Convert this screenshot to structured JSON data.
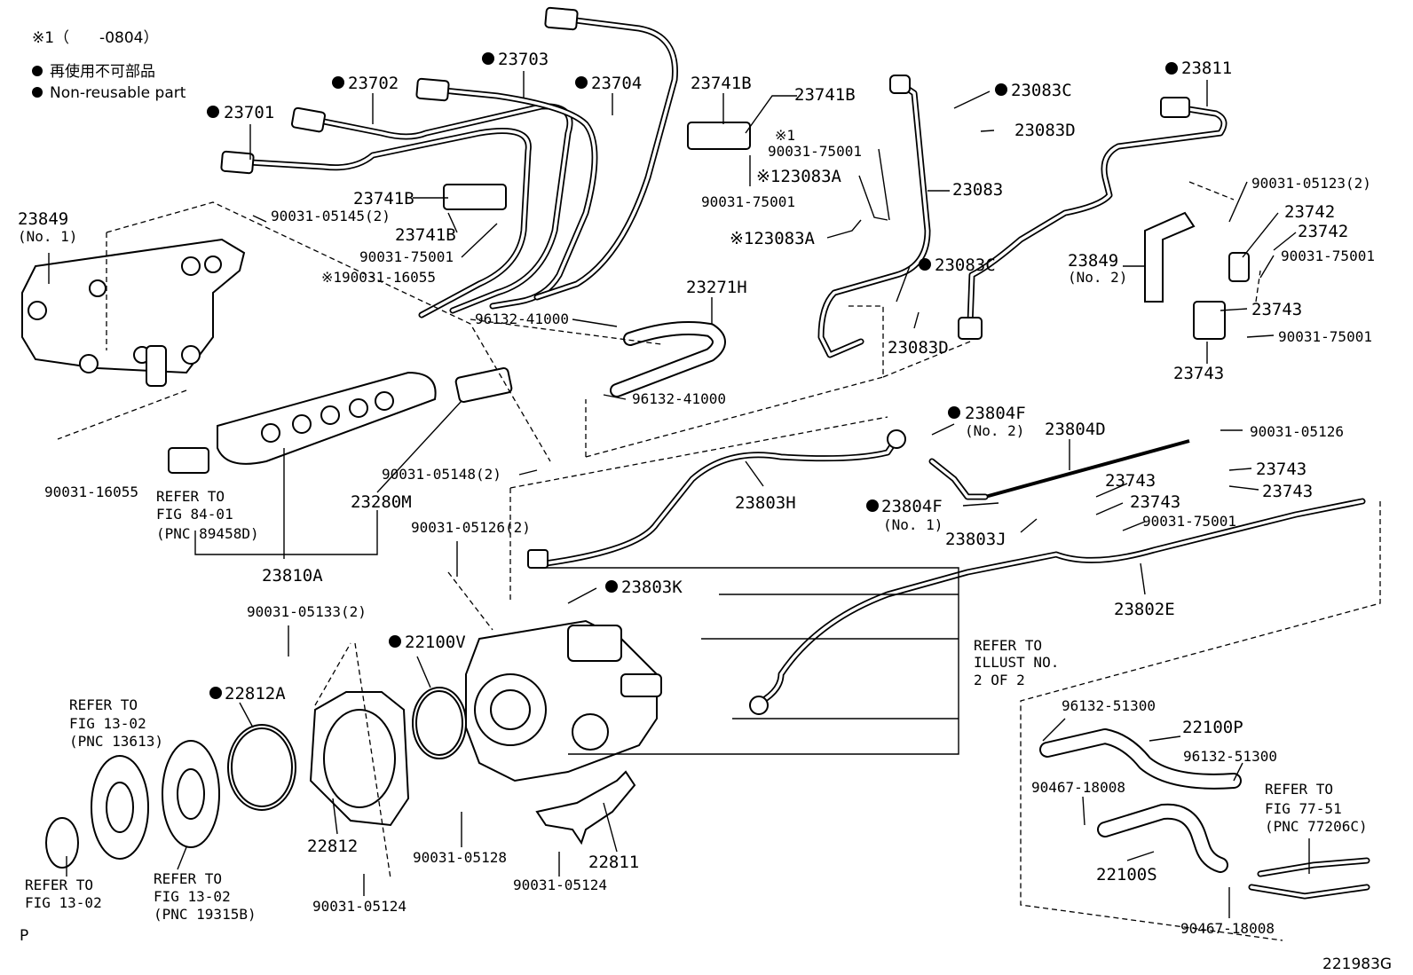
{
  "header": {
    "note_symbol": "※1（　　-0804）",
    "legend_jp": "再使用不可部品",
    "legend_en": "Non-reusable part"
  },
  "footer": {
    "page_mark": "P",
    "figure_code": "221983G"
  },
  "labels": {
    "p23701": "23701",
    "p23702": "23702",
    "p23703": "23703",
    "p23704": "23704",
    "p23741B_a": "23741B",
    "p23741B_b": "23741B",
    "p23741B_c": "23741B",
    "p23741B_d": "23741B",
    "p23849_1": "23849",
    "p23849_1_sub": "(No. 1)",
    "p90031_05145": "90031-05145(2)",
    "p90031_75001_a": "90031-75001",
    "p90031_16055_a": "※190031-16055",
    "p96132_41000_a": "96132-41000",
    "p23271H": "23271H",
    "p96132_41000_b": "96132-41000",
    "p90031_16055_b": "90031-16055",
    "refer_84_1": "REFER TO",
    "refer_84_2": "FIG 84-01",
    "refer_84_3": "(PNC 89458D)",
    "p23280M": "23280M",
    "p90031_05148": "90031-05148(2)",
    "p23810A": "23810A",
    "note1_a": "※1",
    "p90031_75001_b": "90031-75001",
    "p23083A_a": "※123083A",
    "p90031_75001_c": "90031-75001",
    "p23083A_b": "※123083A",
    "p23083C_a": "23083C",
    "p23083D_a": "23083D",
    "p23083": "23083",
    "p23083C_b": "23083C",
    "p23083D_b": "23083D",
    "p23811": "23811",
    "p90031_05123": "90031-05123(2)",
    "p23742_a": "23742",
    "p23742_b": "23742",
    "p23849_2": "23849",
    "p23849_2_sub": "(No. 2)",
    "p90031_75001_d": "90031-75001",
    "p23743_a": "23743",
    "p90031_75001_e": "90031-75001",
    "p23743_b": "23743",
    "p23804F_a": "23804F",
    "p23804F_a_sub": "(No. 2)",
    "p23804D": "23804D",
    "p90031_05126_a": "90031-05126",
    "p23743_c": "23743",
    "p23743_d": "23743",
    "p23743_e": "23743",
    "p23803H": "23803H",
    "p23804F_b": "23804F",
    "p23804F_b_sub": "(No. 1)",
    "p90031_75001_f": "90031-75001",
    "p23803J": "23803J",
    "p23802E": "23802E",
    "p90031_05126_b": "90031-05126(2)",
    "p23803K": "23803K",
    "p90031_05133": "90031-05133(2)",
    "p22100V": "22100V",
    "p22812A": "22812A",
    "refer_illust_1": "REFER TO",
    "refer_illust_2": "ILLUST NO.",
    "refer_illust_3": "2 OF 2",
    "refer_1302a_1": "REFER TO",
    "refer_1302a_2": "FIG 13-02",
    "refer_1302a_3": "(PNC 13613)",
    "p96132_51300_a": "96132-51300",
    "p22100P": "22100P",
    "p96132_51300_b": "96132-51300",
    "p90467_18008_a": "90467-18008",
    "refer_7751_1": "REFER TO",
    "refer_7751_2": "FIG 77-51",
    "refer_7751_3": "(PNC 77206C)",
    "p22812": "22812",
    "p90031_05128": "90031-05128",
    "p22811": "22811",
    "p22100S": "22100S",
    "refer_1302b_1": "REFER TO",
    "refer_1302b_2": "FIG 13-02",
    "refer_1302c_1": "REFER TO",
    "refer_1302c_2": "FIG 13-02",
    "refer_1302c_3": "(PNC 19315B)",
    "p90031_05124_a": "90031-05124",
    "p90031_05124_b": "90031-05124",
    "p90467_18008_b": "90467-18008"
  }
}
